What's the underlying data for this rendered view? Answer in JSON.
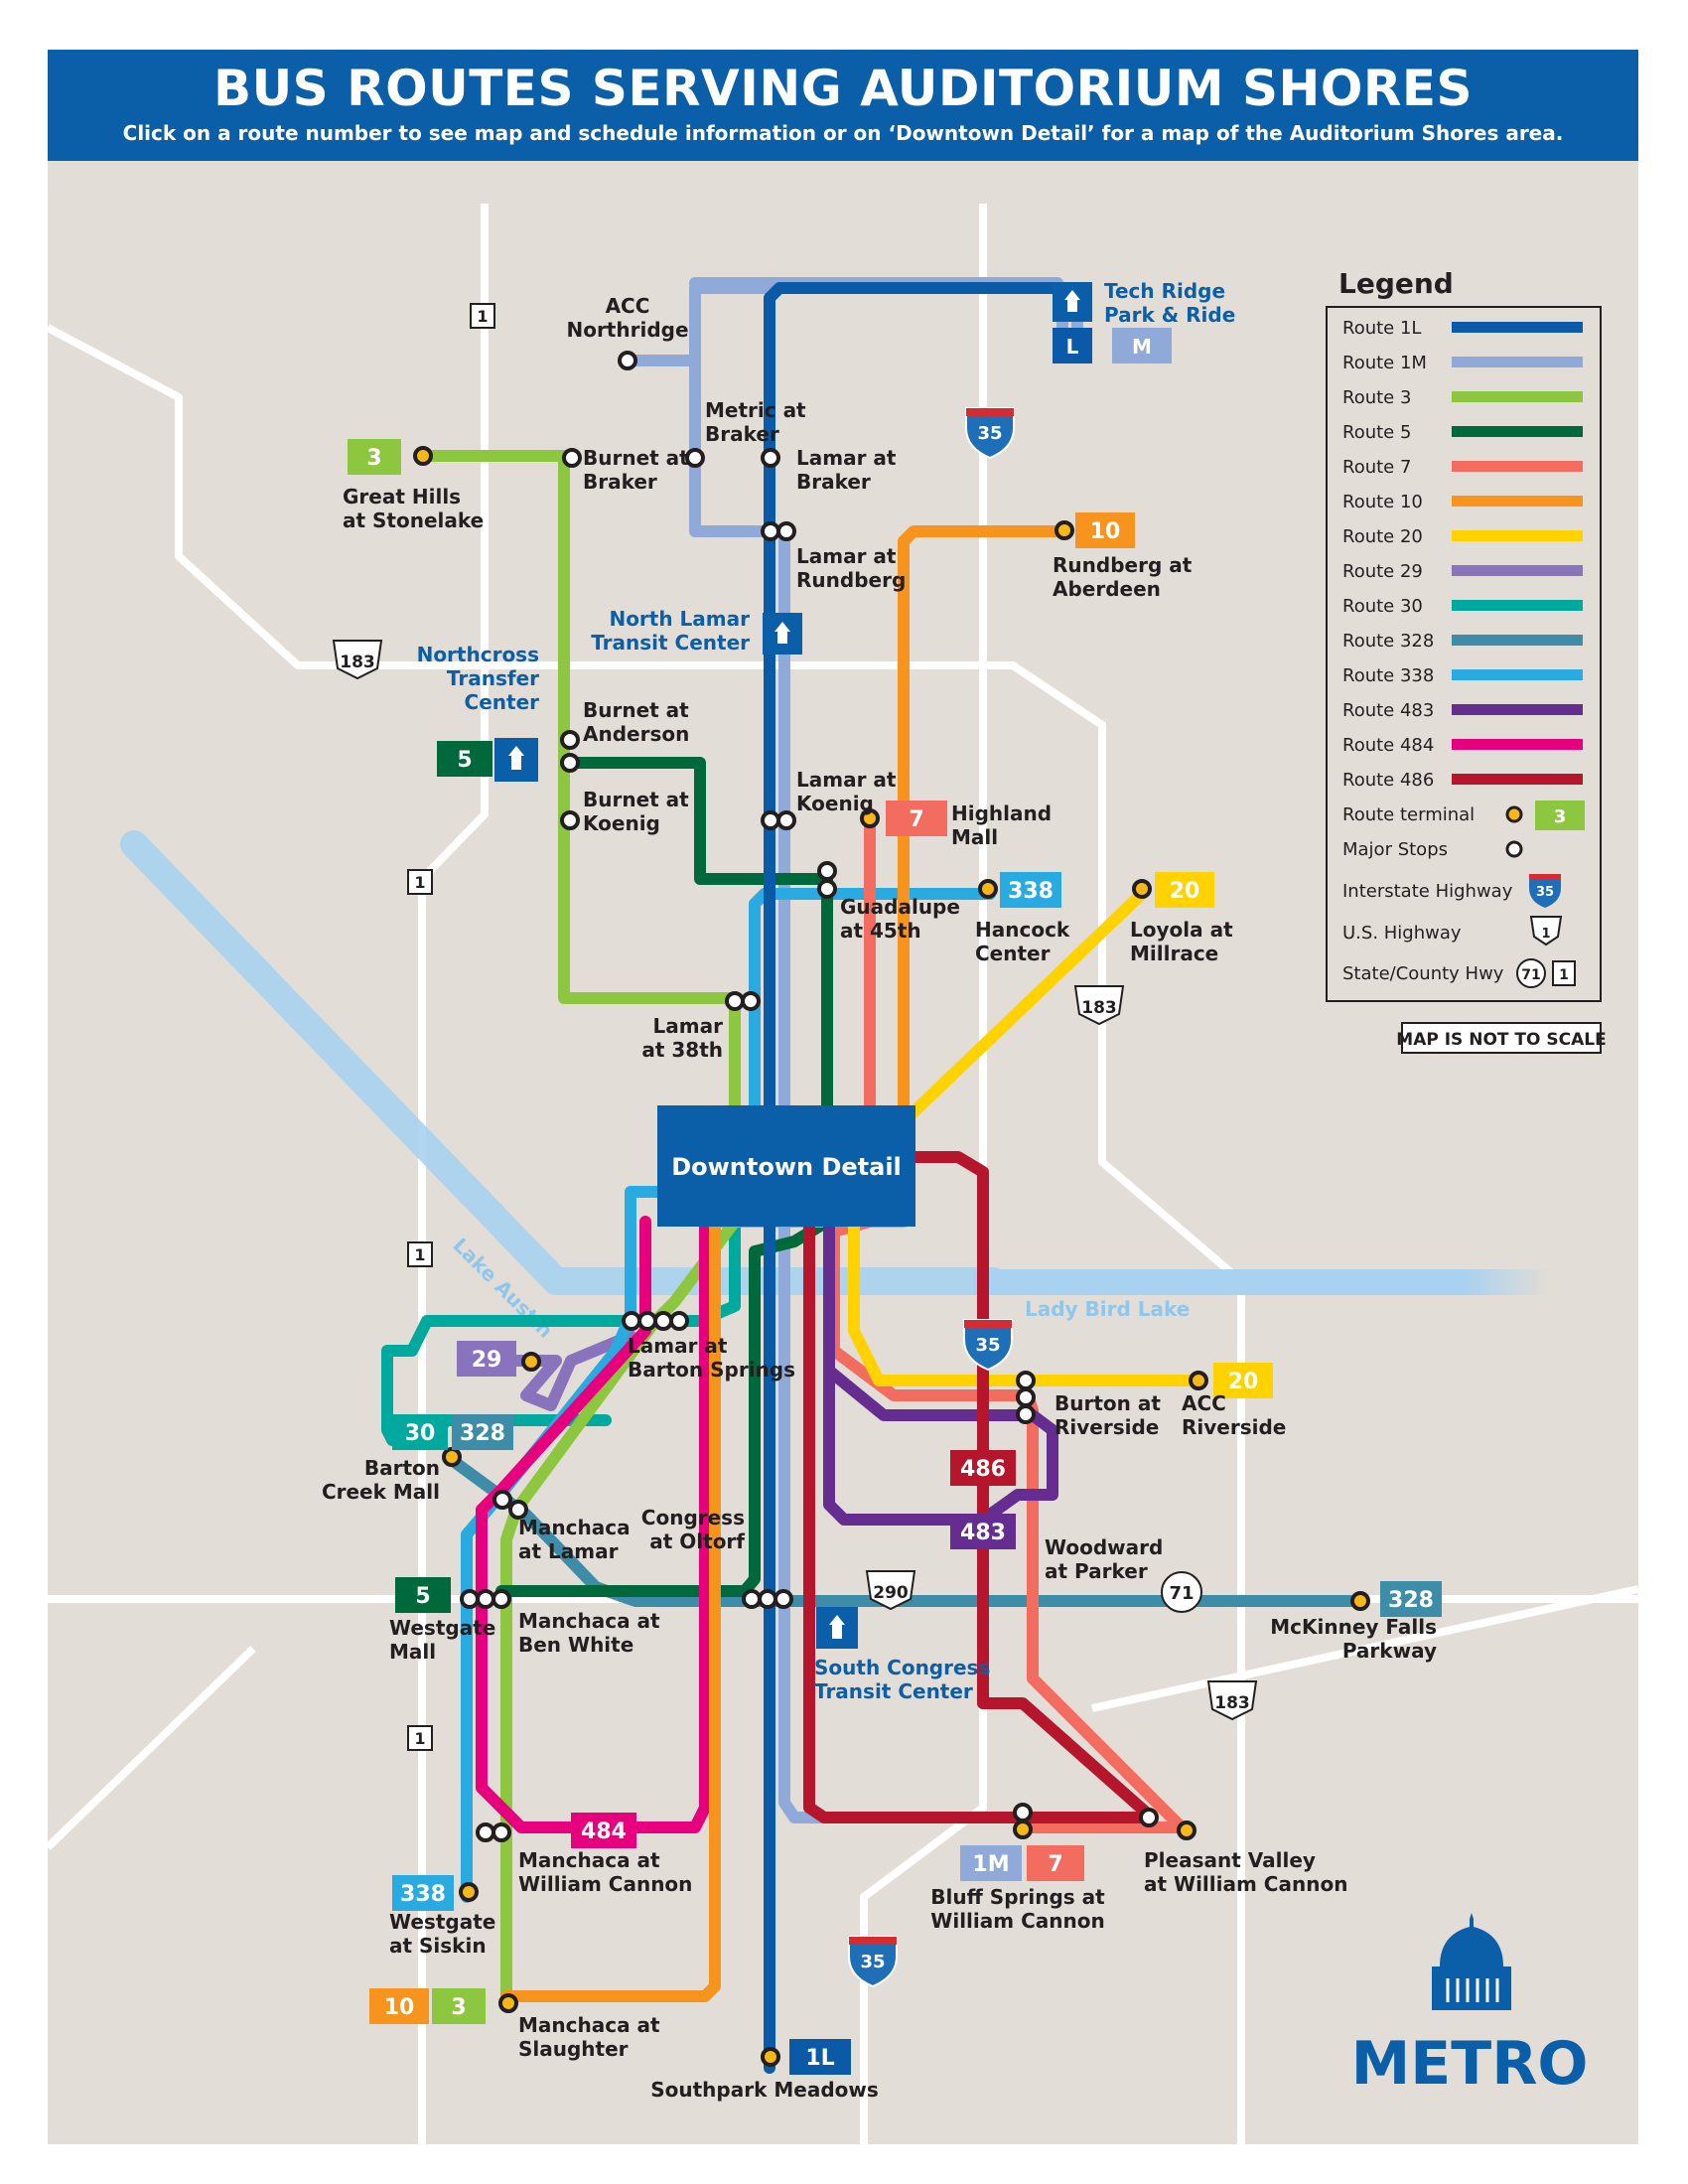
{
  "header": {
    "title": "BUS ROUTES SERVING AUDITORIUM SHORES",
    "subtitle": "Click on a route number to see map and schedule information or on ‘Downtown Detail’ for a map of the Auditorium Shores area."
  },
  "colors": {
    "background": "#e2ddd6",
    "road": "#ffffff",
    "water": "#a9d1f0",
    "header": "#0b5fa8",
    "r1L": "#0a5aa8",
    "r1M": "#8faad9",
    "r3": "#8dc63f",
    "r5": "#00693c",
    "r7": "#f26d5f",
    "r10": "#f7941d",
    "r20": "#ffd200",
    "r29": "#8a73bd",
    "r30": "#00a99d",
    "r328": "#3d8ca8",
    "r338": "#29abe2",
    "r483": "#662d91",
    "r484": "#e6007e",
    "r486": "#b5162b"
  },
  "downtown": {
    "label": "Downtown Detail"
  },
  "water": {
    "lake_austin": "Lake Austin",
    "lady_bird": "Lady Bird Lake"
  },
  "stops": {
    "acc_northridge": "ACC\nNorthridge",
    "metric_braker": "Metric at\nBraker",
    "burnet_braker": "Burnet at\nBraker",
    "lamar_braker": "Lamar at\nBraker",
    "great_hills": "Great Hills\nat Stonelake",
    "lamar_rundberg": "Lamar at\nRundberg",
    "rundberg_aberdeen": "Rundberg at\nAberdeen",
    "burnet_anderson": "Burnet at\nAnderson",
    "burnet_koenig": "Burnet at\nKoenig",
    "lamar_koenig": "Lamar at\nKoenig",
    "highland_mall": "Highland\nMall",
    "guadalupe_45th": "Guadalupe\nat 45th",
    "hancock": "Hancock\nCenter",
    "loyola": "Loyola at\nMillrace",
    "lamar_38th": "Lamar\nat 38th",
    "lamar_barton": "Lamar at\nBarton Springs",
    "barton_creek": "Barton\nCreek Mall",
    "burton_riverside": "Burton at\nRiverside",
    "acc_riverside": "ACC\nRiverside",
    "manchaca_lamar": "Manchaca\nat Lamar",
    "congress_oltorf": "Congress\nat Oltorf",
    "woodward": "Woodward\nat Parker",
    "westgate_mall": "Westgate\nMall",
    "manchaca_ben_white": "Manchaca at\nBen White",
    "mckinney": "McKinney Falls\nParkway",
    "manchaca_william": "Manchaca at\nWilliam Cannon",
    "bluff_springs": "Bluff Springs at\nWilliam Cannon",
    "pleasant_valley": "Pleasant Valley\nat William Cannon",
    "westgate_siskin": "Westgate\nat Siskin",
    "manchaca_slaughter": "Manchaca at\nSlaughter",
    "southpark": "Southpark Meadows"
  },
  "transit_centers": {
    "tech_ridge": "Tech Ridge\nPark & Ride",
    "north_lamar": "North Lamar\nTransit Center",
    "northcross": "Northcross\nTransfer\nCenter",
    "south_congress": "South Congress\nTransit Center"
  },
  "badges": {
    "r3": "3",
    "r5": "5",
    "r7": "7",
    "r10": "10",
    "r20": "20",
    "r29": "29",
    "r30": "30",
    "r328": "328",
    "r338": "338",
    "r483": "483",
    "r484": "484",
    "r486": "486",
    "r1L": "1L",
    "r1M": "1M",
    "L": "L",
    "M": "M"
  },
  "highways": {
    "i35": "35",
    "us183": "183",
    "sh1": "1",
    "sh71": "71",
    "us290": "290"
  },
  "legend": {
    "title": "Legend",
    "routes": [
      {
        "label": "Route 1L",
        "color": "#0a5aa8"
      },
      {
        "label": "Route 1M",
        "color": "#8faad9"
      },
      {
        "label": "Route 3",
        "color": "#8dc63f"
      },
      {
        "label": "Route 5",
        "color": "#00693c"
      },
      {
        "label": "Route 7",
        "color": "#f26d5f"
      },
      {
        "label": "Route 10",
        "color": "#f7941d"
      },
      {
        "label": "Route 20",
        "color": "#ffd200"
      },
      {
        "label": "Route 29",
        "color": "#8a73bd"
      },
      {
        "label": "Route 30",
        "color": "#00a99d"
      },
      {
        "label": "Route 328",
        "color": "#3d8ca8"
      },
      {
        "label": "Route 338",
        "color": "#29abe2"
      },
      {
        "label": "Route 483",
        "color": "#662d91"
      },
      {
        "label": "Route 484",
        "color": "#e6007e"
      },
      {
        "label": "Route 486",
        "color": "#b5162b"
      }
    ],
    "terminal_label": "Route terminal",
    "terminal_badge": "3",
    "major_stops_label": "Major Stops",
    "interstate_label": "Interstate Highway",
    "interstate_num": "35",
    "us_label": "U.S. Highway",
    "us_num": "1",
    "state_label": "State/County Hwy",
    "state_num_a": "71",
    "state_num_b": "1"
  },
  "scale_note": "MAP IS NOT TO SCALE",
  "logo": {
    "text": "METRO"
  }
}
